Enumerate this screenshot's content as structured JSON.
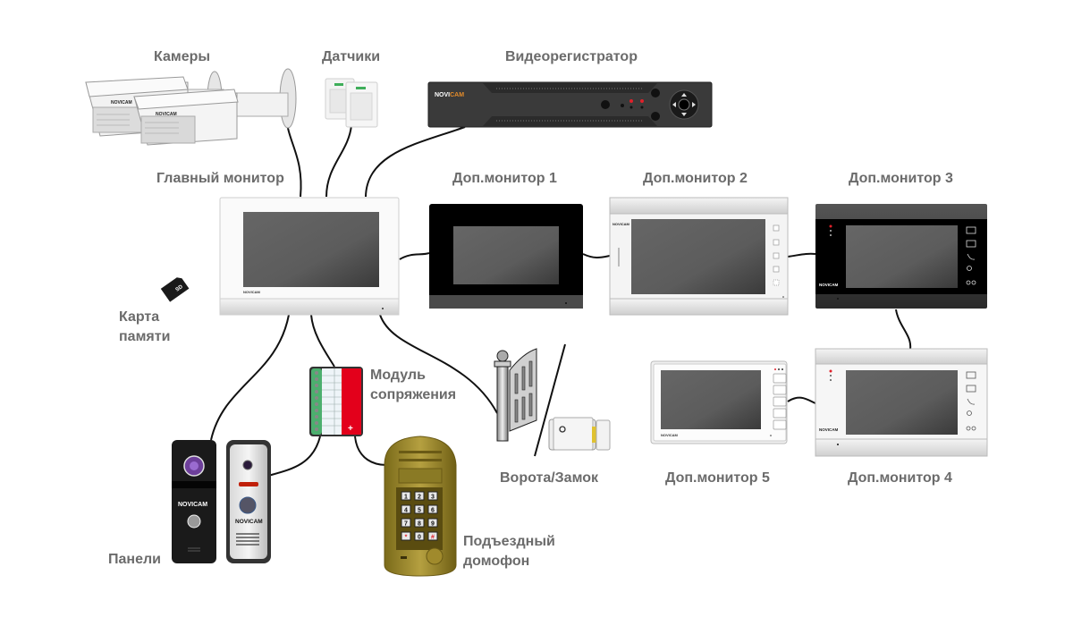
{
  "diagram": {
    "title_hidden": "",
    "labels": {
      "cameras": "Камеры",
      "sensors": "Датчики",
      "dvr": "Видеорегистратор",
      "main_monitor": "Главный монитор",
      "monitor1": "Доп.монитор 1",
      "monitor2": "Доп.монитор 2",
      "monitor3": "Доп.монитор 3",
      "monitor4": "Доп.монитор 4",
      "monitor5": "Доп.монитор 5",
      "memory_card_line1": "Карта",
      "memory_card_line2": "памяти",
      "interface_module_line1": "Модуль",
      "interface_module_line2": "сопряжения",
      "gate_lock": "Ворота/Замок",
      "panels": "Панели",
      "entrance_intercom_line1": "Подъездный",
      "entrance_intercom_line2": "домофон"
    },
    "brand": "NOVICAM",
    "keypad_keys": [
      "1",
      "2",
      "3",
      "4",
      "5",
      "6",
      "7",
      "8",
      "9",
      "*",
      "0",
      "#"
    ],
    "sd_card_text": "SD",
    "colors": {
      "label": "#6b6b6b",
      "cable": "#111111",
      "screen": "#5f5f5f",
      "module_green": "#4caf6e",
      "module_red": "#e3001b",
      "intercom_gold": "#a08a2c",
      "led_red": "#e0202a"
    }
  }
}
